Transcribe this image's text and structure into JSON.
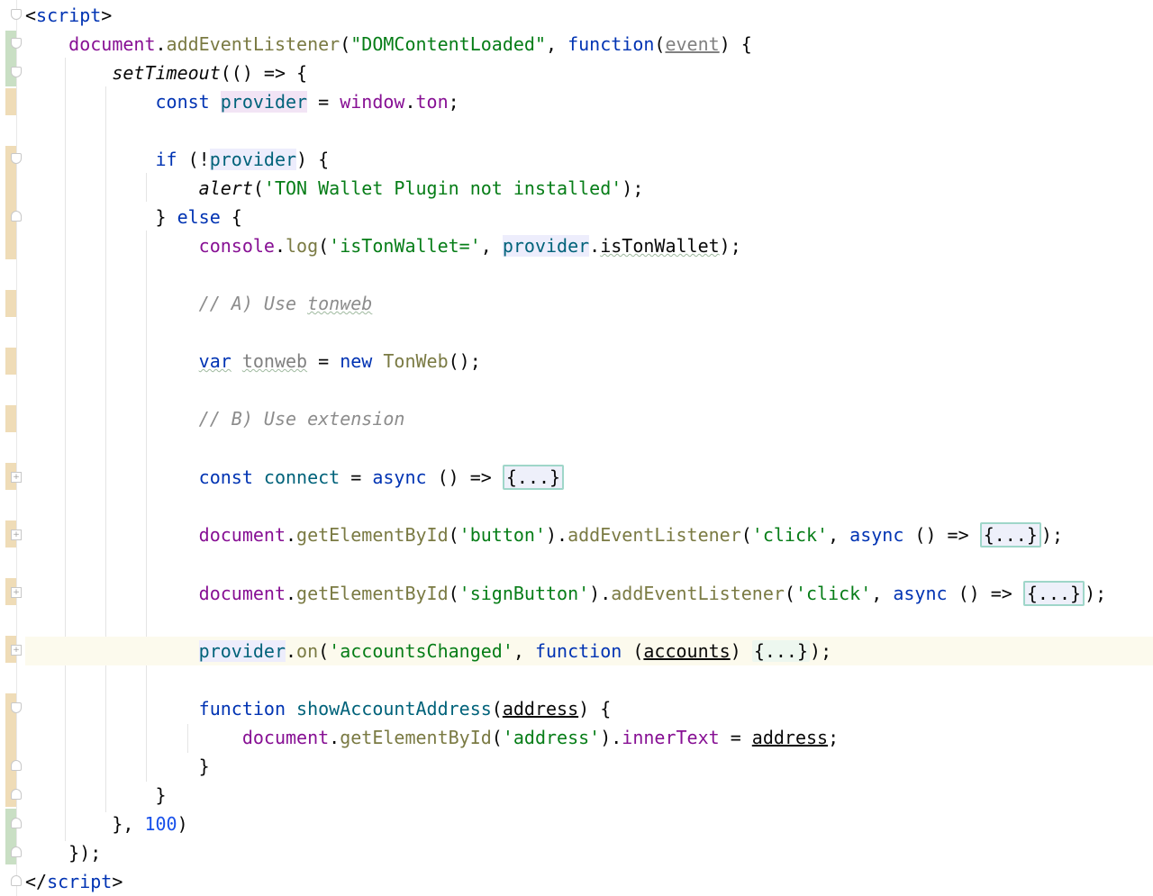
{
  "editor": {
    "language": "html+javascript",
    "lines": {
      "l1": {
        "open": "<",
        "tag": "script",
        "close": ">"
      },
      "l2": {
        "obj": "document",
        "dot": ".",
        "method": "addEventListener",
        "p1": "(",
        "str": "\"DOMContentLoaded\"",
        "comma": ", ",
        "kw": "function",
        "p2": "(",
        "param": "event",
        "p3": ") {"
      },
      "l3": {
        "fn": "setTimeout",
        "rest": "(() => {"
      },
      "l4": {
        "kw": "const",
        "var": "provider",
        "eq": " = ",
        "obj": "window",
        "dot": ".",
        "prop": "ton",
        "end": ";"
      },
      "l6": {
        "kw": "if",
        "p1": " (!",
        "var": "provider",
        "p2": ") {"
      },
      "l7": {
        "fn": "alert",
        "p1": "(",
        "str": "'TON Wallet Plugin not installed'",
        "p2": ");"
      },
      "l8": {
        "p1": "} ",
        "kw": "else",
        "p2": " {"
      },
      "l9": {
        "obj": "console",
        "dot": ".",
        "method": "log",
        "p1": "(",
        "str": "'isTonWallet='",
        "comma": ", ",
        "var": "provider",
        "dot2": ".",
        "prop": "isTonWallet",
        "p2": ");"
      },
      "l11": {
        "comment_a": "// A) Use ",
        "comment_b": "tonweb"
      },
      "l13": {
        "kw": "var",
        "var": "tonweb",
        "eq": " = ",
        "kw2": "new",
        "cls": "TonWeb",
        "end": "();"
      },
      "l15": {
        "comment": "// B) Use extension"
      },
      "l17": {
        "kw": "const",
        "var": "connect",
        "eq": " = ",
        "kw2": "async",
        "arrow": " () => ",
        "fold": "{...}"
      },
      "l19": {
        "obj": "document",
        "dot": ".",
        "method": "getElementById",
        "p1": "(",
        "str": "'button'",
        "p2": ").",
        "method2": "addEventListener",
        "p3": "(",
        "str2": "'click'",
        "comma": ", ",
        "kw": "async",
        "arrow": " () => ",
        "fold": "{...}",
        "end": ");"
      },
      "l21": {
        "obj": "document",
        "dot": ".",
        "method": "getElementById",
        "p1": "(",
        "str": "'signButton'",
        "p2": ").",
        "method2": "addEventListener",
        "p3": "(",
        "str2": "'click'",
        "comma": ", ",
        "kw": "async",
        "arrow": " () => ",
        "fold": "{...}",
        "end": ");"
      },
      "l23": {
        "var": "provider",
        "dot": ".",
        "method": "on",
        "p1": "(",
        "str": "'accountsChanged'",
        "comma": ", ",
        "kw": "function",
        "p2": " (",
        "param": "accounts",
        "p3": ") ",
        "fold": "{...}",
        "end": ");"
      },
      "l25": {
        "kw": "function",
        "sp": " ",
        "fn": "showAccountAddress",
        "p1": "(",
        "param": "address",
        "p2": ") {"
      },
      "l26": {
        "obj": "document",
        "dot": ".",
        "method": "getElementById",
        "p1": "(",
        "str": "'address'",
        "p2": ").",
        "prop": "innerText",
        "eq": " = ",
        "param": "address",
        "end": ";"
      },
      "l27": {
        "brace": "}"
      },
      "l28": {
        "brace": "}"
      },
      "l29": {
        "p1": "}, ",
        "num": "100",
        "p2": ")"
      },
      "l30": {
        "brace": "});"
      },
      "l31": {
        "open": "</",
        "tag": "script",
        "close": ">"
      }
    }
  },
  "colors": {
    "keyword": "#0033b3",
    "string": "#067d17",
    "property": "#871094",
    "method": "#7a7a43",
    "number": "#1750eb",
    "comment": "#8c8c8c",
    "current_line": "#fcfaed",
    "vcs_added": "#c9dfc4",
    "vcs_modified": "#efdcb7"
  }
}
